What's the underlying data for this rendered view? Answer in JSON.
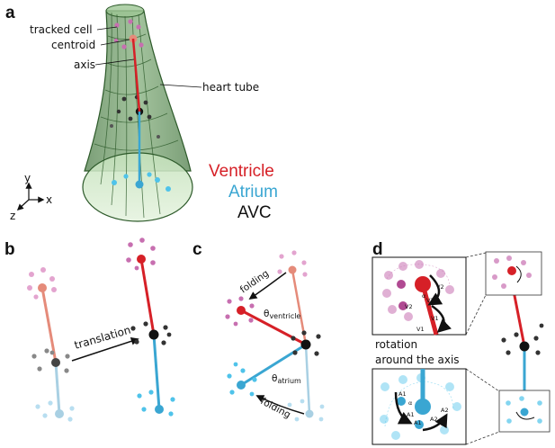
{
  "panels": {
    "a": {
      "letter": "a",
      "labels": {
        "tracked_cell": "tracked cell",
        "centroid": "centroid",
        "axis": "axis",
        "heart_tube": "heart tube"
      },
      "axes": {
        "x": "x",
        "y": "y",
        "z": "z"
      },
      "legend": {
        "ventricle": "Ventricle",
        "atrium": "Atrium",
        "avc": "AVC"
      }
    },
    "b": {
      "letter": "b",
      "arrow_label": "translation"
    },
    "c": {
      "letter": "c",
      "fold_top": "folding",
      "fold_bottom": "folding",
      "theta": "θ",
      "theta_ventricle_sub": "ventricle",
      "theta_atrium_sub": "atrium"
    },
    "d": {
      "letter": "d",
      "rotation_label": "rotation",
      "around_label": "around the axis",
      "v_labels": [
        "V2",
        "α",
        "V2",
        "V2",
        "V1",
        "V1"
      ],
      "a_labels": [
        "A1",
        "α",
        "A1",
        "A1",
        "A2",
        "A2"
      ]
    }
  },
  "colors": {
    "ventricle": "#d62027",
    "atrium": "#3aa6d2",
    "avc": "#111111",
    "ventricle_light": "#e58b7a",
    "atrium_light": "#a9d0e3",
    "magenta": "#c76fb0",
    "cyan": "#4fc3ea",
    "tube_fill": "#6b9b64",
    "tube_stroke": "#2d5a2a"
  }
}
